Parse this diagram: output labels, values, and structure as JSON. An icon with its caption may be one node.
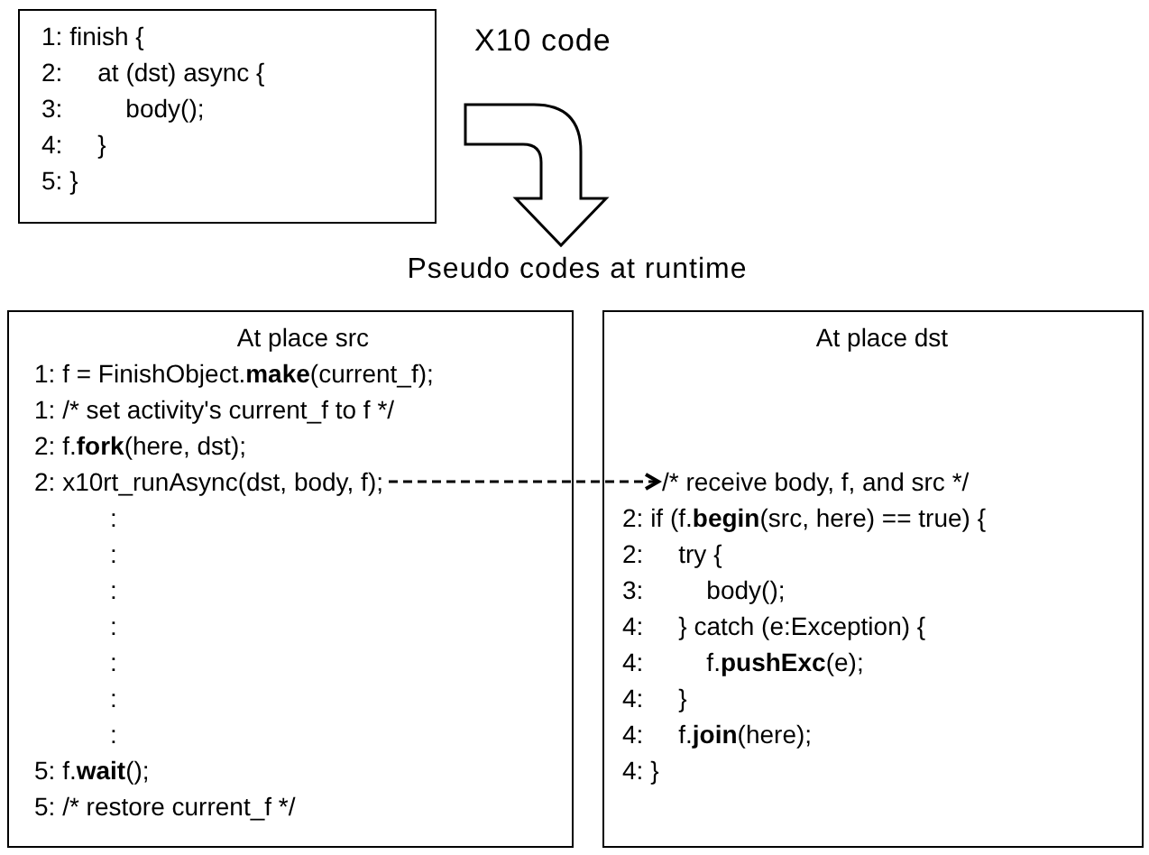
{
  "diagram": {
    "nodes": [
      {
        "text": [
          "1: finish {",
          "2:     at (dst) async {",
          "3:         body();",
          "4:     }",
          "5: }"
        ]
      },
      {
        "text": [
          "Pseudo codes at runtime"
        ]
      },
      {
        "text": [
          "At place src",
          "1: f = FinishObject.**make**(current_f);",
          "1: /* set activity's current_f to f */",
          "2: f.**fork**(here, dst);",
          ":",
          ":",
          ":",
          ":",
          ":",
          ":",
          ":",
          "5: f.**wait**();",
          "5: /* restore current_f */"
        ]
      },
      {
        "text": [
          "2: x10rt_runAsync(dst, body, f);"
        ],
        "in": 2
      },
      {
        "text": [
          "At place dst",
          "2: if (f.**begin**(src, here) == true) {",
          "2:     try {",
          "3:         body();",
          "4:     } catch (e:Exception) {",
          "4:         f.**pushExc**(e);",
          "4:     }",
          "4:     f.**join**(here);",
          "4: }"
        ]
      },
      {
        "text": [
          "/* receive body, f, and src */"
        ],
        "in": 4
      }
    ],
    "edges": [
      {
        "from": 0,
        "to": 1,
        "arrow": "to"
      },
      {
        "from": 3,
        "to": 5,
        "arrow": "to",
        "style": "dashed"
      }
    ],
    "labels": [
      "X10 code"
    ]
  }
}
